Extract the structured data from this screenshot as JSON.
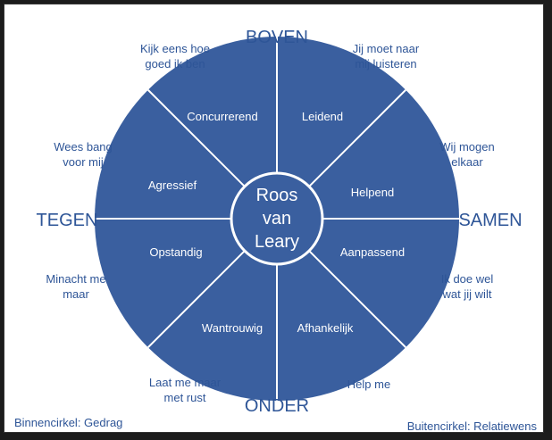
{
  "colors": {
    "accent": "#2e5597",
    "wheel_fill": "#3a5f9f",
    "divider": "#ffffff",
    "text": "#2e5597"
  },
  "axes": {
    "top": "BOVEN",
    "bottom": "ONDER",
    "left": "TEGEN",
    "right": "SAMEN"
  },
  "center": {
    "line1": "Roos",
    "line2": "van",
    "line3": "Leary"
  },
  "inner_segments": [
    {
      "label": "Leidend"
    },
    {
      "label": "Helpend"
    },
    {
      "label": "Aanpassend"
    },
    {
      "label": "Afhankelijk"
    },
    {
      "label": "Wantrouwig"
    },
    {
      "label": "Opstandig"
    },
    {
      "label": "Agressief"
    },
    {
      "label": "Concurrerend"
    }
  ],
  "outer_labels": [
    {
      "line1": "Jij moet naar",
      "line2": "mij luisteren"
    },
    {
      "line1": "Wij mogen",
      "line2": "elkaar"
    },
    {
      "line1": "Ik doe wel",
      "line2": "wat jij wilt"
    },
    {
      "line1": "Help me",
      "line2": ""
    },
    {
      "line1": "Laat me maar",
      "line2": "met rust"
    },
    {
      "line1": "Minacht me",
      "line2": "maar"
    },
    {
      "line1": "Wees bang",
      "line2": "voor mij"
    },
    {
      "line1": "Kijk eens hoe",
      "line2": "goed ik ben"
    }
  ],
  "footer": {
    "left": "Binnencirkel: Gedrag",
    "right": "Buitencirkel: Relatiewens"
  }
}
